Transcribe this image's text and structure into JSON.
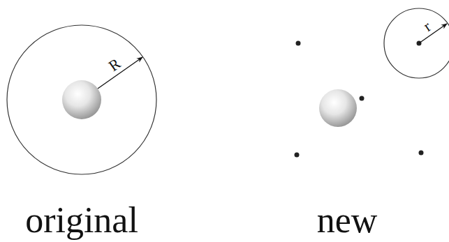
{
  "diagram": {
    "labels": [
      "R",
      "original",
      "r",
      "new"
    ]
  }
}
